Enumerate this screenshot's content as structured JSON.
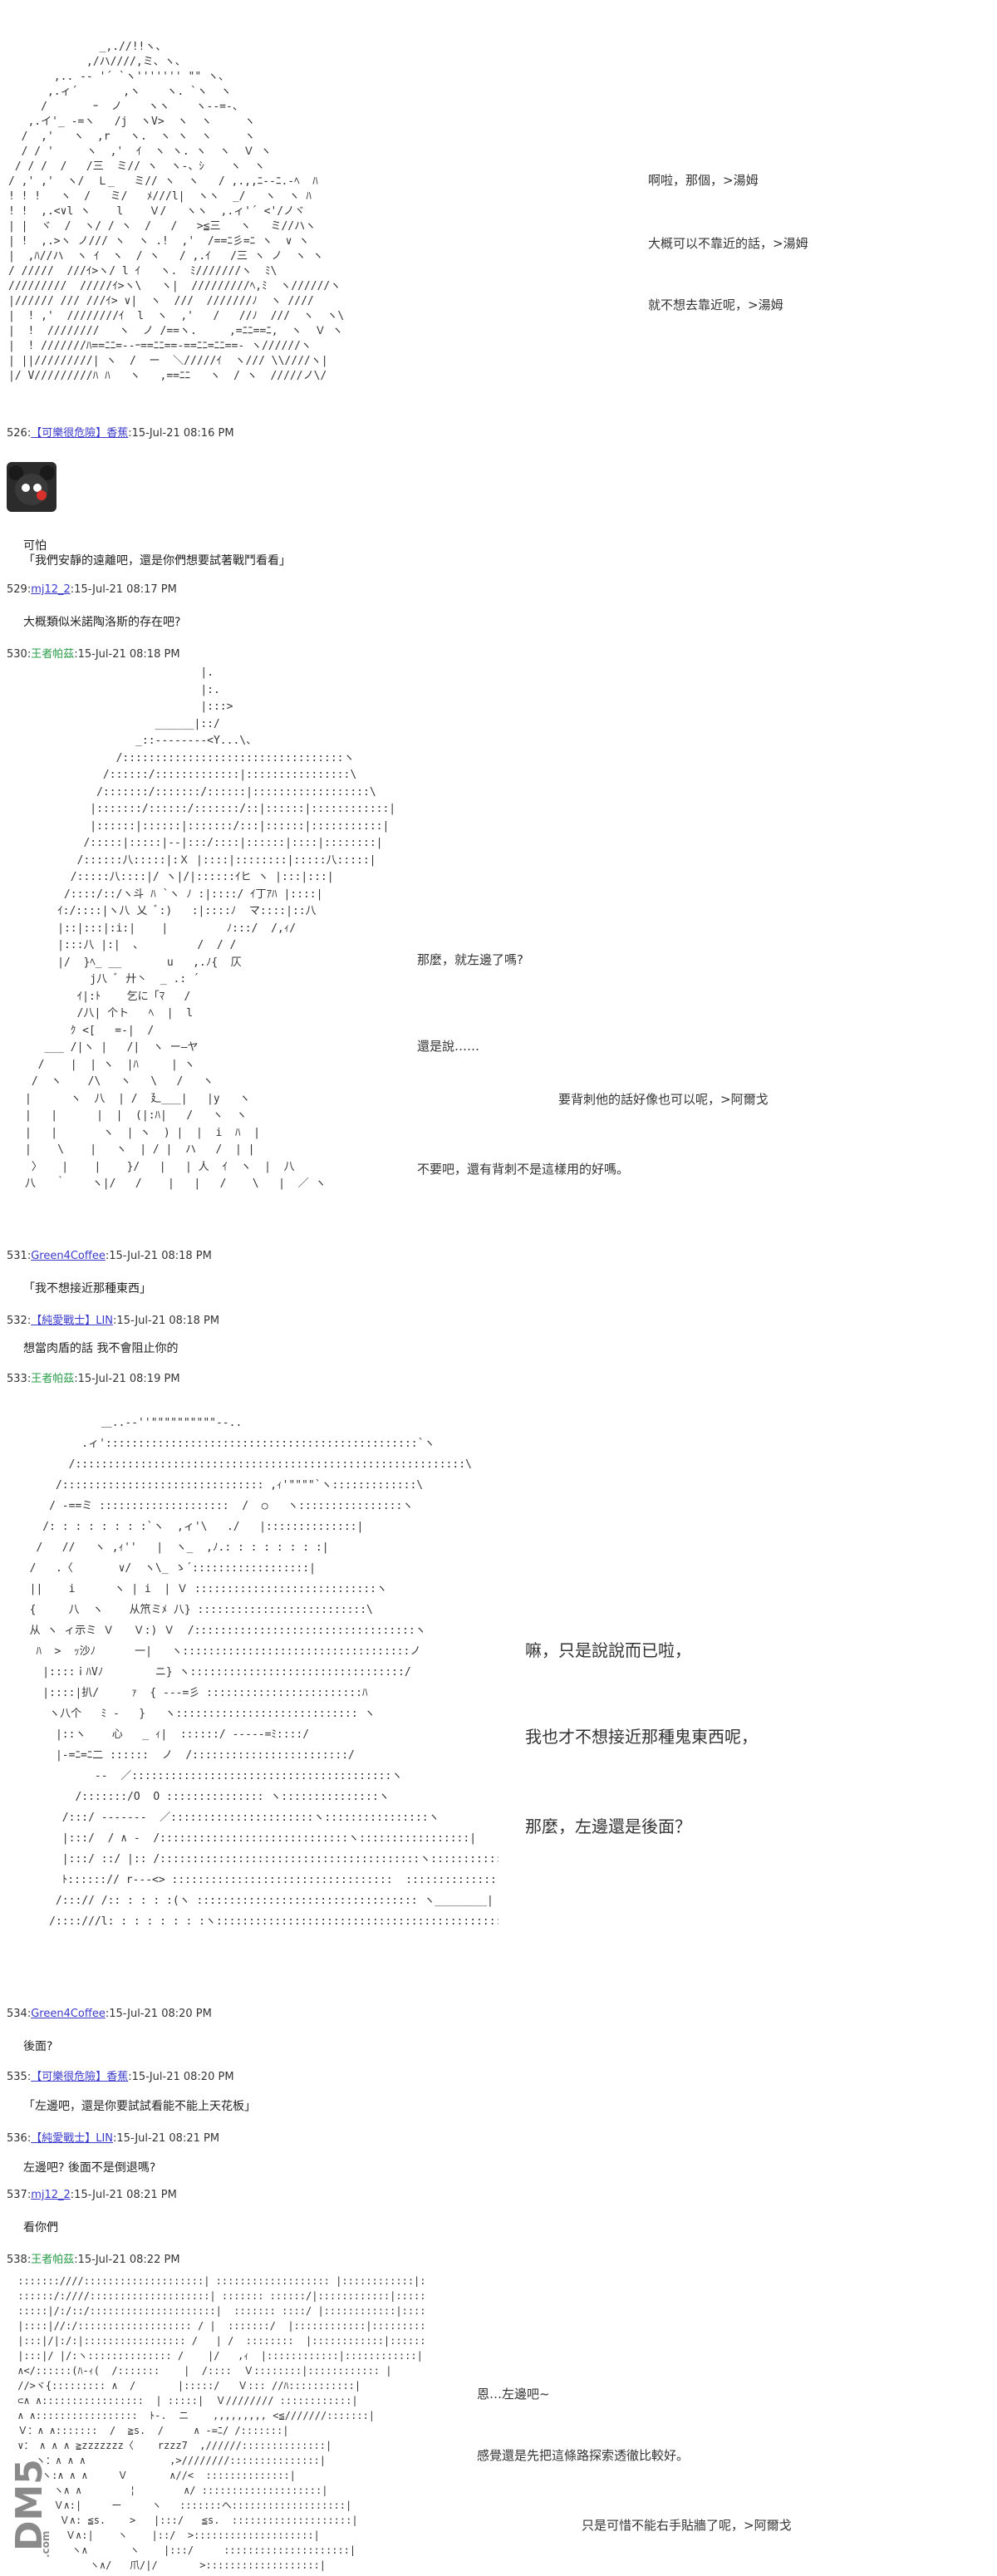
{
  "scene1": {
    "art": "              _,.//!!ヽ、\n            ,/ハ////,ミ、ヽ、\n       ,.. -‐ '´ `ヽ''''''' \"\" ヽ、\n      ,.ィ´       ,ヽ    ヽ. `ヽ  ヽ\n     /       ｰ  ノ    ヽヽ    ヽ-‐=-、\n   ,.イ'_ -=ヽ   /j  ヽV>  ヽ  ヽ     ヽ\n  /  ,'   ヽ  ,r   ヽ.  ヽ ヽ  ヽ     ヽ\n  / / '     ヽ  ,'  ｲ  ヽ ヽ. ヽ  ヽ  Ｖ ヽ\n / / /  /   /三  ミ// ヽ  ヽ-、ｼ    ヽ  ヽ\n/ ,' ,'  ヽ/  Ｌ_   ミ// ヽ  ヽ   / ,.,,ﾆ--ﾆ.-ﾍ  ﾊ\n! ! !   ヽ  /   ミ/   ﾒ///l|  ヽヽ  _/   ヽ  ヽ ﾊ\n! !  ,.<∨l ヽ    l    Ｖ/   ヽヽ  ,.ィ'´ <'/ノヾ\n| |  ヾ  /  ヽ/ / ヽ  /   /   >≦三   ヽ   ミ//ハヽ\n| !  ,.>ヽ ノ/// ヽ  ヽ .!  ,'  /==ﾆ彡=ﾆ ヽ  ∨ ヽ\n|  ,ﾊ//ハ  ヽ ｲ  ヽ  / ヽ   / ,.ｲ   /三 ヽ ノ  ヽ ヽ\n/ /////  ///ｲ>ヽ/ l ｲ   ヽ.  ﾐ///////ヽ  ﾐ\\\n/////////  /////ｲ>ヽ\\   ヽ|  /////////ﾍ,ﾐ  ヽ//////ヽ\n|////// /// ///ｲ> ∨|  ヽ  ///  ///////ﾉ  ヽ ////\n|  ! ,'  ////////ｲ  l  ヽ  ,'   /   //ﾉ  ///  ヽ  ヽ\\\n|  !  ////////   ヽ  ノ /==ヽ.     ,=ﾆﾆ==ﾆ,  ヽ  Ｖ ヽ\n|  ! ///////ﾊ==ﾆﾆ=--ｰ==ﾆﾆ==-==ﾆﾆ=ﾆﾆ==- ヽ//////ヽ\n| ||/////////| ヽ  /  ー  ＼/////ｲ  ヽ/// \\\\////ヽ|\n|/ V/////////ﾊ ﾊ   ヽ   ,==ﾆﾆ   ヽ  / ヽ  /////ノ\\/",
    "lines": [
      "啊啦，那個，>湯姆",
      "大概可以不靠近的話，>湯姆",
      "就不想去靠近呢，>湯姆"
    ]
  },
  "posts": [
    {
      "num": "526:",
      "user": "【可樂很危險】香蕉",
      "date": ":15-Jul-21 08:16 PM",
      "body1": "可怕",
      "body2": "「我們安靜的遠離吧，還是你們想要試著戰鬥看看」"
    },
    {
      "num": "529:",
      "user": "mj12_2",
      "date": ":15-Jul-21 08:17 PM",
      "body": "大概類似米諾陶洛斯的存在吧?"
    },
    {
      "num": "530:",
      "user": "王者帕茲",
      "date": ":15-Jul-21 08:18 PM"
    },
    {
      "num": "531:",
      "user": "Green4Coffee",
      "date": ":15-Jul-21 08:18 PM",
      "body": "「我不想接近那種東西」"
    },
    {
      "num": "532:",
      "user": "【純愛戰士】LIN",
      "date": ":15-Jul-21 08:18 PM",
      "body": "想當肉盾的話 我不會阻止你的"
    },
    {
      "num": "533:",
      "user": "王者帕茲",
      "date": ":15-Jul-21 08:19 PM"
    },
    {
      "num": "534:",
      "user": "Green4Coffee",
      "date": ":15-Jul-21 08:20 PM",
      "body": "後面?"
    },
    {
      "num": "535:",
      "user": "【可樂很危險】香蕉",
      "date": ":15-Jul-21 08:20 PM",
      "body": "「左邊吧，還是你要試試看能不能上天花板」"
    },
    {
      "num": "536:",
      "user": "【純愛戰士】LIN",
      "date": ":15-Jul-21 08:21 PM",
      "body": "左邊吧? 後面不是倒退嗎?"
    },
    {
      "num": "537:",
      "user": "mj12_2",
      "date": ":15-Jul-21 08:21 PM",
      "body": "看你們"
    },
    {
      "num": "538:",
      "user": "王者帕茲",
      "date": ":15-Jul-21 08:22 PM"
    }
  ],
  "scene2": {
    "art": "                           |.\n                           |:.\n                           |:::>\n                    ______|::/\n                 _::-‐‐‐‐‐‐-<Y...\\、\n              /::::::::::::::::::::::::::::::::::ヽ\n            /::::::/:::::::::::::|::::::::::::::::\\\n           /:::::::/:::::::/::::::|::::::::::::::::::\\\n          |:::::::/::::::/:::::::/::|::::::|::::::::::::|\n          |::::::|::::::|:::::::/:::|::::::|:::::::::::|\n         /:::::|:::::|--|:::/::::|::::::|::::|::::::::|\n        /::::::八:::::|:Ｘ |::::|::::::::|:::::八:::::|\n       /:::::八::::|/ ヽ|/|::::::ｲヒ ヽ |:::|:::|\n      /::::/::/ヽ斗 ﾊ `ヽ ﾉ :|::::/ ｲ丁ｱﾊ |::::|\n     ｲ:/::::|ヽ八 乂 ﾞ:)   :|::::ﾉ  マ::::|::八\n     |::|:::|:i:|    |         ﾉ:::/  /,ｨ/\n     |:::八 |:|  ､         /  / /\n     |/  }ﾍ_ __       u   ,.ﾉ{  仄\n          j八 ﾞ 廾丶  _ .: ´\n        ｲ|:ﾄ    乞に「ﾏ   /\n        /八| 个ト   ﾍ  |  l\n       ｸ <[   =-|  /\n   ___ /|ヽ |   /|  ヽ ー―ヤ\n  /    |  | ヽ  |ﾊ     | ヽ\n /  ヽ    /\\   ヽ   \\   /   ヽ\n|      ヽ  八  | /  廴___|   |y   ヽ\n|   |      |  |  (|:ﾊ|   /   ヽ  ヽ\n|   |       ヽ  | ヽ  ) |  |  i  ﾊ  |\n|    \\    |   ヽ  | / |  ハ   /  | |\n 〉   |    |    }/   |   | 人  ｲ  ヽ  |  八\n八   ｀    ヽ|/   /    |   |   /    \\   |  ／ ヽ",
    "line1": "那麼，就左邊了嗎?",
    "line2": "還是說……",
    "line3": "要背刺他的話好像也可以呢，>阿爾戈",
    "line4": "不要吧，還有背刺不是這樣用的好嗎。"
  },
  "scene3": {
    "art": "             ＿..-‐''\"\"\"\"\"\"\"\"\"\"‐-..\n          .ィ'::::::::::::::::::::::::::::::::::::::::::::::::`ヽ\n        /::::::::::::::::::::::::::::::::::::::::::::::::::::::::::::\\\n      /::::::::::::::::::::::::::::::: ,ｨ'\"\"\"\"`ヽ:::::::::::::\\\n     / -==ミ ::::::::::::::::::::  /  ○   ヽ::::::::::::::::ヽ\n    /: : : : : : : :`ヽ  ,ィ'\\   ./   |::::::::::::::|\n   /   //   ヽ ,ｨ''   |  ヽ_  ,ﾉ.: : : : : : : :|\n  /   .〈       ∨/  ヽ\\_ ゝ´::::::::::::::::::|\n  ||    i      ヽ | i  | Ｖ ::::::::::::::::::::::::::::ヽ\n  {     八  ヽ    从笊ミﾒ 八} ::::::::::::::::::::::::::\\\n  从 ヽ ィ示ミ Ｖ   Ｖ:) Ｖ  /::::::::::::::::::::::::::::::::::ヽ\n   ﾊ  >  ｯ沙ﾉ      一|   ヽ:::::::::::::::::::::::::::::::::::ノ\n    |::::ｉﾊVﾉ        ニ} ヽ:::::::::::::::::::::::::::::::::/\n    |::::|扒/     ｧ  { ‐‐‐=彡 ::::::::::::::::::::::::ﾊ\n     ヽ八个   ﾐ -   }   ヽ:::::::::::::::::::::::::::: ヽ\n      |::ヽ    心   _ ｨ|  ::::::/ --‐‐-=ﾐ::::/\n      |-=ﾆ=ﾆ二 ::::::  ノ  /::::::::::::::::::::::::/\n            ‐‐  ／::::::::::::::::::::::::::::::::::::::::ヽ\n         /:::::::/O  O ::::::::::::::: ヽ:::::::::::::::ヽ\n       /:::/ -‐‐‐‐‐‐  ／::::::::::::::::::::::ヽ::::::::::::::::ヽ\n       |:::/  / ∧ -  /:::::::::::::::::::::::::::::ヽ:::::::::::::::::|\n       |:::/ ::/ |:: /::::::::::::::::::::::::::::::::::::::::ヽ:::::::::::::::|\n       ﾄ::::::// r‐‐‐<> ::::::::::::::::::::::::::::::::::  ::::::::::::::|\n      /:::// /:: : : : :(ヽ :::::::::::::::::::::::::::::::::: ヽ________|\n     /::::///l: : : : : : : :ヽ::::::::::::::::::::::::::::::::::::::::::::::::::::|",
    "line1": "嘛，只是說說而已啦，",
    "line2": "我也才不想接近那種鬼東西呢，",
    "line3": "那麼，左邊還是後面？"
  },
  "scene4": {
    "art": " :::::::////::::::::::::::::::::| ::::::::::::::::::: |::::::::::::|::::::::::::|\n ::::::/:////::::::::::::::::::::| ::::::: ::::::/|::::::::::::|::::::::::::|\n :::::|/:/::/:::::::::::::::::::::|  ::::::: ::::/ |::::::::::::|::::::::::::|\n |::::|//:/::::::::::::::::::: / |  :::::::/  |::::::::::::|::::::::::::|\n |:::|/|:/:|::::::::::::::::: /   | /  ::::::::  |::::::::::::|::::::::::::|\n |:::|/ |/:ヽ:::::::::::::: /    |/   ,ｨ  |::::::::::::|::::::::::::|\n ∧</::::::(ﾊ-ｨ(  /:::::::    |  /::::  Ｖ::::::::|:::::::::::: |\n //>ヾ{::::::::: ∧  /       |:::::/   Ｖ::: //ﾊ:::::::::::|\n ⊂∧ ∧:::::::::::::::::  | :::::|  Ｖ//////// ::::::::::::|\n ∧ ∧:::::::::::::::::  ﾄ-.  ニ    ,,,,,,,,, <≦///////:::::::|\n Ｖ：∧ ∧:::::::  /  ≧s.  /     ∧ -=ﾆ/ /:::::::|\n ∨： ∧ ∧ ∧ ≧zzzzzzz〈    rzzz7  ,//////::::::::::::::|\n    ヽ：∧ ∧ ∧              ,>////////:::::::::::::::|\n     ヽ:∧ ∧ ∧     Ｖ       ∧//<  ::::::::::::::|\n       ヽ∧ ∧        ¦        ∧/ ::::::::::::::::::::|\n       Ｖ∧:|     ー     ヽ   :::::::ヘ:::::::::::::::::::|\n        Ｖ∧: ≦s.    >   |:::/   ≦s.  ::::::::::::::::::::|\n         Ｖ∧:|    ヽ    |::/  >::::::::::::::::::::|\n          ヽ∧       ヽ    |:::/     :::::::::::::::::::::|\n             ヽ∧/   爪/|/       >:::::::::::::::::::|",
    "line1": "恩…左邊吧~",
    "line2": "感覺還是先把這條路探索透徹比較好。",
    "line3": "只是可惜不能右手貼牆了呢，>阿爾戈"
  },
  "watermark": {
    "big": "DM5",
    "small": ".com"
  }
}
